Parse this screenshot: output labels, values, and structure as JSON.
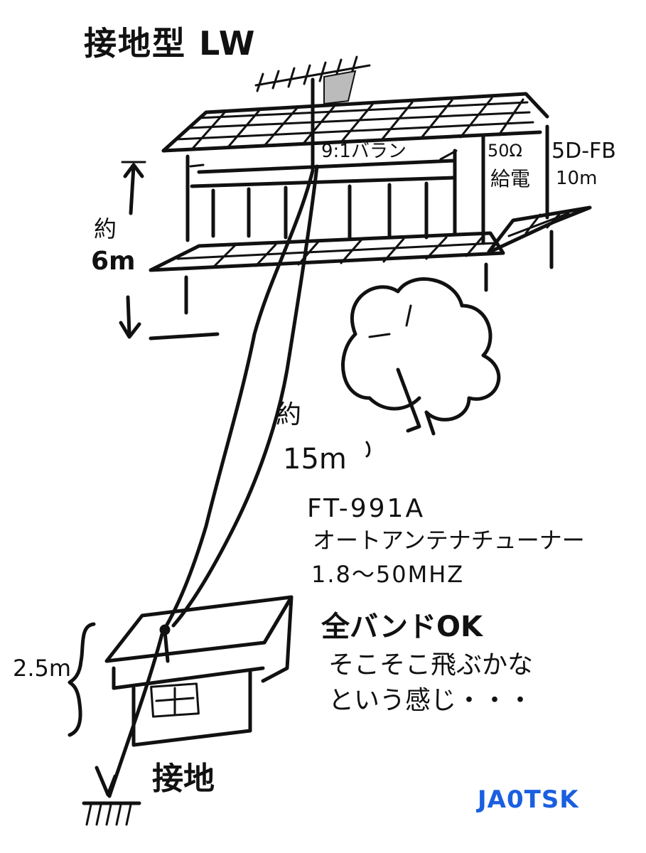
{
  "title": "接地型 LW",
  "labels": {
    "balun": "9:1バラン",
    "feed_impedance": "50Ω",
    "feed_word": "給電",
    "coax_type": "5D-FB",
    "coax_length": "10m",
    "height_approx": "約",
    "height_value": "6m",
    "wire_approx": "約",
    "wire_length": "15m",
    "rig": "FT-991A",
    "tuner": "オートアンテナチューナー",
    "range": "1.8～50MHZ",
    "all_band": "全バンドOK",
    "comment_line1": "そこそこ飛ぶかな",
    "comment_line2": "という感じ・・・",
    "shed_height": "2.5m",
    "ground": "接地",
    "callsign": "JA0TSK"
  },
  "colors": {
    "ink": "#111111",
    "callsign": "#1a5fe0",
    "background": "#ffffff"
  }
}
